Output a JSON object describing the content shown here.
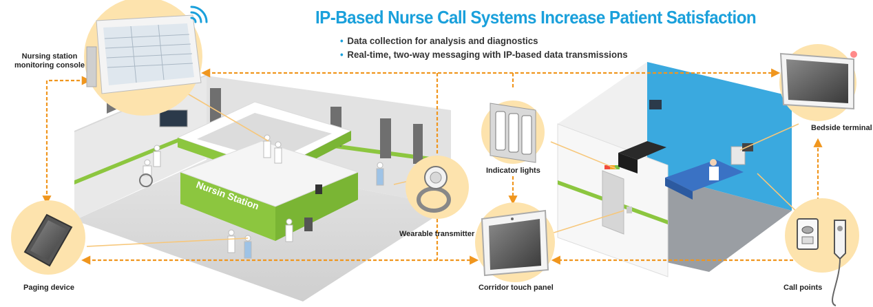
{
  "title": "IP-Based Nurse Call Systems Increase Patient Satisfaction",
  "bullets": [
    "Data collection for analysis and diagnostics",
    "Real-time, two-way messaging with IP-based data transmissions"
  ],
  "labels": {
    "nursing_station_line1": "Nursing station",
    "nursing_station_line2": "monitoring console",
    "paging_device": "Paging device",
    "wearable_transmitter": "Wearable transmitter",
    "indicator_lights": "Indicator lights",
    "corridor_touch_panel": "Corridor touch panel",
    "bedside_terminal": "Bedside terminal",
    "call_points": "Call points",
    "nurse_station_sign": "Nursin Station"
  },
  "colors": {
    "accent_blue": "#1aa0db",
    "arrow_orange": "#f0961e",
    "circle_fill": "#fde3ad",
    "station_green": "#8cc63f",
    "room_wall_blue": "#3aa9df"
  }
}
